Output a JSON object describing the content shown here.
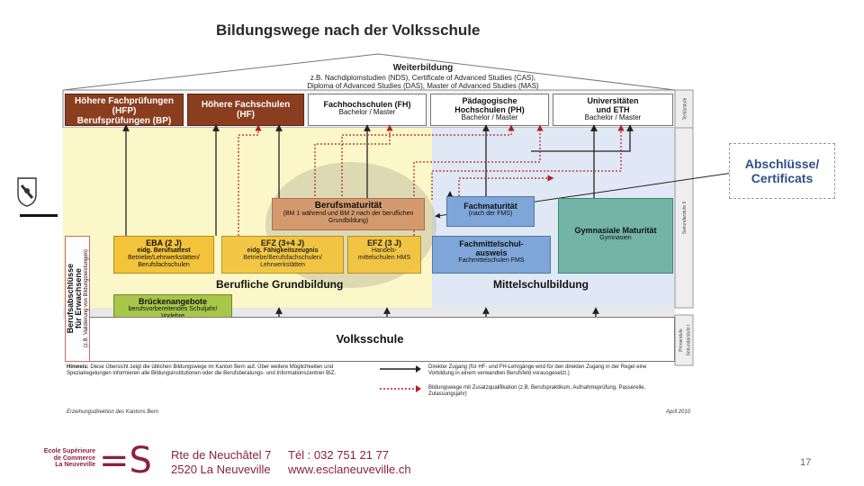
{
  "title": "Bildungswege nach der Volksschule",
  "weiterbildung": {
    "title": "Weiterbildung",
    "line1": "z.B. Nachdiplomstudien (NDS), Certificate of Advanced Studies (CAS),",
    "line2": "Diploma of Advanced Studies (DAS), Master of Advanced Studies (MAS)"
  },
  "tertiary": {
    "hfp": {
      "line1": "Höhere Fachprüfungen",
      "line2": "(HFP)",
      "line3": "Berufsprüfungen (BP)"
    },
    "hf": {
      "line1": "Höhere Fachschulen",
      "line2": "(HF)"
    },
    "fh": {
      "title": "Fachhochschulen (FH)",
      "sub": "Bachelor / Master"
    },
    "ph": {
      "line1": "Pädagogische",
      "line2": "Hochschulen (PH)",
      "sub": "Bachelor / Master"
    },
    "uni": {
      "line1": "Universitäten",
      "line2": "und ETH",
      "sub": "Bachelor / Master"
    }
  },
  "secondary": {
    "berufsmaturitaet": {
      "title": "Berufsmaturität",
      "sub": "(BM 1 während und BM 2 nach der beruflichen Grundbildung)"
    },
    "eba": {
      "title": "EBA (2 J)",
      "line2": "eidg. Berufsattest",
      "line3": "Betriebe/Lehrwerkstätten/",
      "line4": "Berufsfachschulen"
    },
    "efz34": {
      "title": "EFZ (3+4 J)",
      "line2": "eidg. Fähigkeitszeugnis",
      "line3": "Betriebe/Berufsfachschulen/",
      "line4": "Lehrwerkstätten"
    },
    "efz3": {
      "title": "EFZ (3 J)",
      "line2": "Handels-",
      "line3": "mittelschulen HMS"
    },
    "fachmaturitaet": {
      "title": "Fachmaturität",
      "sub": "(nach der FMS)"
    },
    "fms": {
      "line1": "Fachmittelschul-",
      "line2": "ausweis",
      "sub": "Fachmittelschulen FMS"
    },
    "gymnasiale": {
      "title": "Gymnasiale Maturität",
      "sub": "Gymnasien"
    },
    "berufliche_label": "Berufliche Grundbildung",
    "mittelschul_label": "Mittelschulbildung"
  },
  "brueckenangebote": {
    "title": "Brückenangebote",
    "line2": "berufsvorbereitendes Schuljahr/",
    "line3": "Vorlehre"
  },
  "volksschule": "Volksschule",
  "berufsabschluesse": {
    "line1": "Berufsabschlüsse",
    "line2": "für Erwachsene",
    "line3": "(z.B. Validierung von Bildungsleistungen)"
  },
  "side_labels": {
    "tertiaer": "Tertiärstufe",
    "sek2": "Sekundarstufe II",
    "primar": "Primarstufe",
    "sek1": "Sekundarstufe I"
  },
  "hinweis": {
    "label": "Hinweis:",
    "text": "Diese Übersicht zeigt die üblichen Bildungswege im Kanton Bern auf. Über weitere Möglichkeiten und Spezialregelungen informieren alle Bildungsinstitutionen oder die Berufsberatungs- und Informationszentren BIZ."
  },
  "legend": {
    "direct": "Direkter Zugang (für HF- und FH-Lehrgänge wird für den direkten Zugang in der Regel eine Vorbildung in einem verwandten Berufsfeld vorausgesetzt.)",
    "extra": "Bildungswege mit Zusatzqualifikation (z.B. Berufspraktikum, Aufnahmeprüfung, Passerelle, Zulassungsjahr)"
  },
  "source": "Erziehungsdirektion des Kantons Bern",
  "date": "April 2010",
  "callout": {
    "line1": "Abschlüsse/",
    "line2": "Certificats"
  },
  "footer": {
    "school_line1": "Ecole Supérieure",
    "school_line2": "de Commerce",
    "school_line3": "La Neuveville",
    "logo_text": "=SC",
    "address1": "Rte de Neuchâtel 7",
    "address2": "2520 La Neuveville",
    "tel": "Tél : 032 751 21 77",
    "web": "www.esclaneuveville.ch",
    "page_number": "17"
  },
  "colors": {
    "brown": "#8a3d1f",
    "yellow": "#f3c33a",
    "blue": "#7ea6d8",
    "teal": "#72b5a6",
    "green": "#a8c64a",
    "accent_footer": "#8a2140",
    "callout_text": "#2f4f86"
  }
}
